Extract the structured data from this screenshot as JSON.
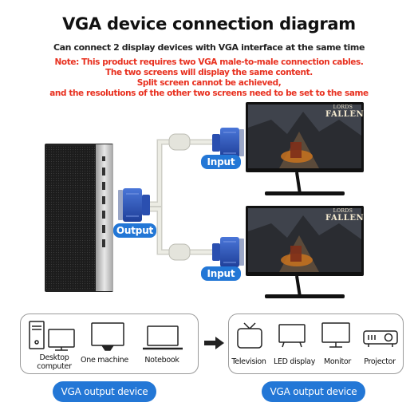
{
  "header": {
    "title": "VGA device connection diagram",
    "subtitle": "Can connect 2 display devices with VGA interface at the same time"
  },
  "note": {
    "lines": [
      "Note: This product requires two VGA male-to-male connection cables.",
      "The two screens will display the same content.",
      "Split screen cannot be achieved,",
      "and the resolutions of the other two screens need to be set to the same"
    ]
  },
  "connection": {
    "input_top_label": "Input",
    "input_bottom_label": "Input",
    "output_label": "Output"
  },
  "monitors": {
    "brand_small": "LORDS",
    "brand_big": "FALLEN"
  },
  "output_group": {
    "devices": [
      "Desktop computer",
      "One machine",
      "Notebook"
    ],
    "label": "VGA output device"
  },
  "input_group": {
    "devices": [
      "Television",
      "LED display",
      "Monitor",
      "Projector"
    ],
    "label": "VGA output device"
  },
  "colors": {
    "accent_blue": "#2377d6",
    "note_red": "#e8301f",
    "vga_blue": "#2a4fb0"
  }
}
